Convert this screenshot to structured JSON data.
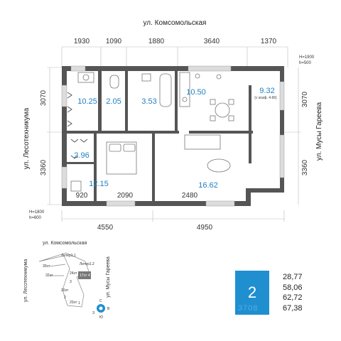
{
  "streets": {
    "top": "ул. Комсомольская",
    "left": "ул. Лесотехникума",
    "right": "ул. Мусы Гареева"
  },
  "dims_top": [
    "1930",
    "1090",
    "1880",
    "3640",
    "1370"
  ],
  "dims_bottom": [
    "4550",
    "4950"
  ],
  "dims_left": [
    "3070",
    "3360"
  ],
  "dims_right": [
    "3070",
    "3360"
  ],
  "dims_inner": [
    "920",
    "2090",
    "2480"
  ],
  "window_notes": {
    "top_right": [
      "H=1900",
      "h=500"
    ],
    "bottom_left": [
      "H=1800",
      "h=600"
    ]
  },
  "rooms": [
    {
      "area": "10.25"
    },
    {
      "area": "2.05"
    },
    {
      "area": "3.53"
    },
    {
      "area": "10.50"
    },
    {
      "area": "9.32",
      "note": "(с коэф. 4.66)"
    },
    {
      "area": "2.96"
    },
    {
      "area": "12.15"
    },
    {
      "area": "16.62"
    }
  ],
  "keyplan": {
    "street_top": "ул. Комсомольская",
    "street_left": "ул. Лесотехникума",
    "street_right": "ул. Мусы Гареева",
    "labels": [
      "Литер1.1",
      "Литер1.2",
      "30эт",
      "32эт",
      "24эт",
      "17эт",
      "4",
      "20эт",
      "20эт",
      "3",
      "2",
      "1"
    ],
    "compass": [
      "С",
      "В",
      "Ю",
      "З"
    ]
  },
  "apartment": {
    "rooms_count": "2",
    "ghost_number": "3708",
    "accent_color": "#1f8fd0",
    "stats": [
      "28,77",
      "58,06",
      "62,72",
      "67,38"
    ]
  }
}
